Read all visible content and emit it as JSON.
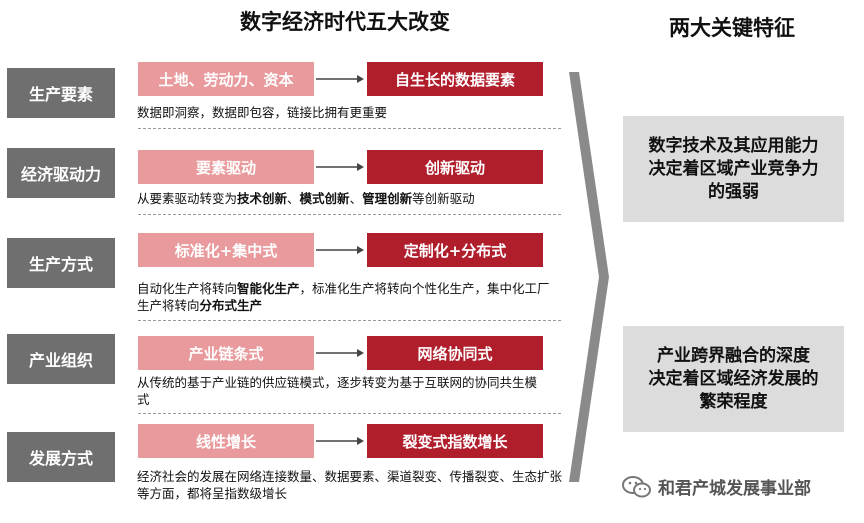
{
  "left_title": "数字经济时代五大改变",
  "right_title": "两大关键特征",
  "rows": [
    {
      "category": "生产要素",
      "from": "土地、劳动力、资本",
      "to": "自生长的数据要素",
      "desc_parts": [
        "数据即洞察，数据即包容，链接比拥有更重要"
      ]
    },
    {
      "category": "经济驱动力",
      "from": "要素驱动",
      "to": "创新驱动",
      "desc_parts": [
        "从要素驱动转变为",
        "技术创新",
        "、",
        "模式创新",
        "、",
        "管理创新",
        "等创新驱动"
      ]
    },
    {
      "category": "生产方式",
      "from": "标准化+集中式",
      "to": "定制化+分布式",
      "desc_parts": [
        "自动化生产将转向",
        "智能化生产",
        "，标准化生产将转向个性化生产，",
        "集中化工厂生产将转向",
        "分布式生产"
      ]
    },
    {
      "category": "产业组织",
      "from": "产业链条式",
      "to": "网络协同式",
      "desc_parts": [
        "从传统的基于产业链的供应链模式，逐步转变为基于互联网的协同共生模式"
      ]
    },
    {
      "category": "发展方式",
      "from": "线性增长",
      "to": "裂变式指数增长",
      "desc_parts": [
        "经济社会的发展在网络连接数量、数据要素、渠道裂变、传播裂变、生态扩张等方面，都将呈指数级增长"
      ]
    }
  ],
  "features": [
    "数字技术及其应用能力\n决定着区域产业竞争力\n的强弱",
    "产业跨界融合的深度\n决定着区域经济发展的\n繁荣程度"
  ],
  "watermark": "和君产城发展事业部",
  "colors": {
    "category_bg": "#6f6f6f",
    "from_bg": "#e89a9c",
    "to_bg": "#b01e2c",
    "feature_bg": "#dcdcdc"
  }
}
